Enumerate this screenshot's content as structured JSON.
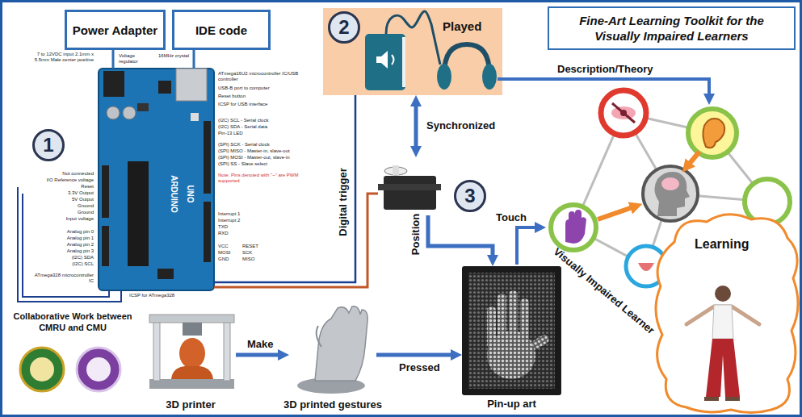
{
  "diagram": {
    "title": "Fine-Art Learning Toolkit for the Visually Impaired Learners",
    "nodes": [
      {
        "text": [
          "Power Adapter"
        ]
      },
      {
        "text": [
          "IDE code"
        ]
      },
      {
        "text": [
          "1",
          "ARDUINO",
          "UNO"
        ]
      },
      {
        "text": [
          "2",
          "Played"
        ]
      },
      {
        "text": [
          "3"
        ]
      },
      {
        "text": [
          "3D printer"
        ]
      },
      {
        "text": [
          "3D printed gestures"
        ]
      },
      {
        "text": [
          "Pin-up art"
        ]
      },
      {
        "text": [
          "Learning"
        ]
      }
    ],
    "edges": [
      {
        "from": 0,
        "to": 2,
        "arrow": "none"
      },
      {
        "from": 1,
        "to": 2,
        "arrow": "none"
      },
      {
        "from": 2,
        "to": 3,
        "label": "Digital trigger",
        "arrow": "none"
      },
      {
        "from": 2,
        "to": 4,
        "arrow": "none"
      },
      {
        "from": 3,
        "to": 4,
        "label": "Synchronized",
        "arrow": "both"
      },
      {
        "from": 4,
        "to": 7,
        "label": "Position",
        "arrow": "to"
      },
      {
        "from": 5,
        "to": 6,
        "label": "Make",
        "arrow": "to"
      },
      {
        "from": 6,
        "to": 7,
        "label": "Pressed",
        "arrow": "to"
      }
    ],
    "labels": [
      "Description/Theory",
      "Touch",
      "Visually Impaired Learner",
      "Collaborative Work between CMRU and CMU",
      "7 to 12VDC input 2.1mm x 5.5mm Male center positive",
      "Voltage regulator",
      "16MHz crystal",
      "ATmega16U2 microcontroller IC/USB controller",
      "USB-B port to computer",
      "Reset button",
      "ICSP for USB interface",
      "(I2C) SCL - Serial clock",
      "(I2C) SDA - Serial data",
      "Pin-13 LED",
      "(SPI) SCK - Serial clock",
      "(SPI) MISO - Master-in, slave-out",
      "(SPI) MOSI - Master-out, slave-in",
      "(SPI) SS - Slave select",
      "Note: Pins denoted with \"~\" are PWM supported",
      "Interrupt 1",
      "Interrupt 2",
      "TXD",
      "RXD",
      "RESET",
      "SCK",
      "MISO",
      "VCC",
      "MOSI",
      "GND",
      "ICSP for ATmega328",
      "Not connected",
      "I/O Reference voltage",
      "Reset",
      "3.3V Output",
      "5V Output",
      "Ground",
      "Ground",
      "Input voltage",
      "Analog pin 0",
      "Analog pin 1",
      "Analog pin 2",
      "Analog pin 3",
      "(I2C) SDA",
      "(I2C) SCL",
      "ATmega328 microcontroller IC"
    ]
  }
}
